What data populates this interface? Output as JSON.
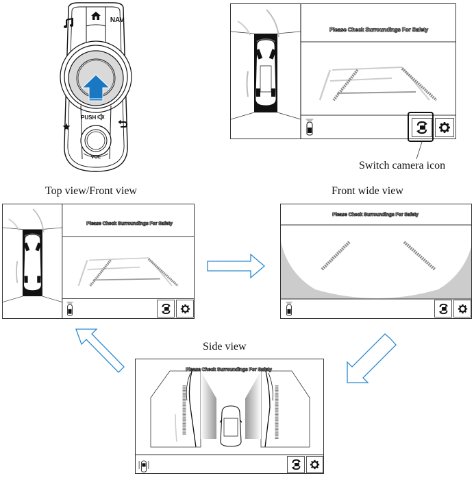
{
  "controller": {
    "buttons": {
      "music": "music-icon",
      "home": "home-icon",
      "nav": "NAV",
      "favorite": "star-icon",
      "back": "back-icon",
      "push_label": "PUSH",
      "mute": "mute-icon",
      "vol_label": "VOL"
    },
    "arrow_direction": "up",
    "arrow_color": "#1a78c2"
  },
  "main_screen": {
    "banner": "Please Check Surroundings For Safety",
    "callout_label": "Switch camera icon"
  },
  "views": [
    {
      "id": "top-front",
      "caption": "Top view/Front view",
      "banner": "Please Check Surroundings For Safety"
    },
    {
      "id": "front-wide",
      "caption": "Front wide view",
      "banner": "Please Check Surroundings For Safety"
    },
    {
      "id": "side",
      "caption": "Side view",
      "banner": "Please Check Surroundings For Safety"
    }
  ],
  "icons": {
    "switch_camera": "switch-camera-icon",
    "settings": "gear-icon",
    "camera_indicator": "car-camera-indicator-icon"
  },
  "flow_arrows": {
    "color": "#2a8ad0",
    "sequence": [
      "top-front → front-wide",
      "front-wide → side",
      "side → top-front"
    ]
  }
}
